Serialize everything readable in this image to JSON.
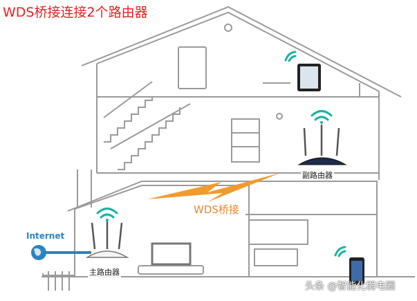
{
  "title": "WDS桥接连接2个路由器",
  "labels": {
    "main_router": "主路由器",
    "sub_router": "副路由器",
    "wds_bridge": "WDS桥接",
    "internet": "Internet"
  },
  "watermark": "头条 @智能化弱电圈",
  "colors": {
    "title": "#e81f1f",
    "wifi": "#19b3a6",
    "bridge_arrow": "#f29a2e",
    "internet_globe": "#2a84c3",
    "outline": "#9a9a9a"
  },
  "icons": [
    "wifi-icon",
    "router-icon",
    "tablet-icon",
    "phone-icon",
    "globe-icon",
    "lightning-icon"
  ]
}
